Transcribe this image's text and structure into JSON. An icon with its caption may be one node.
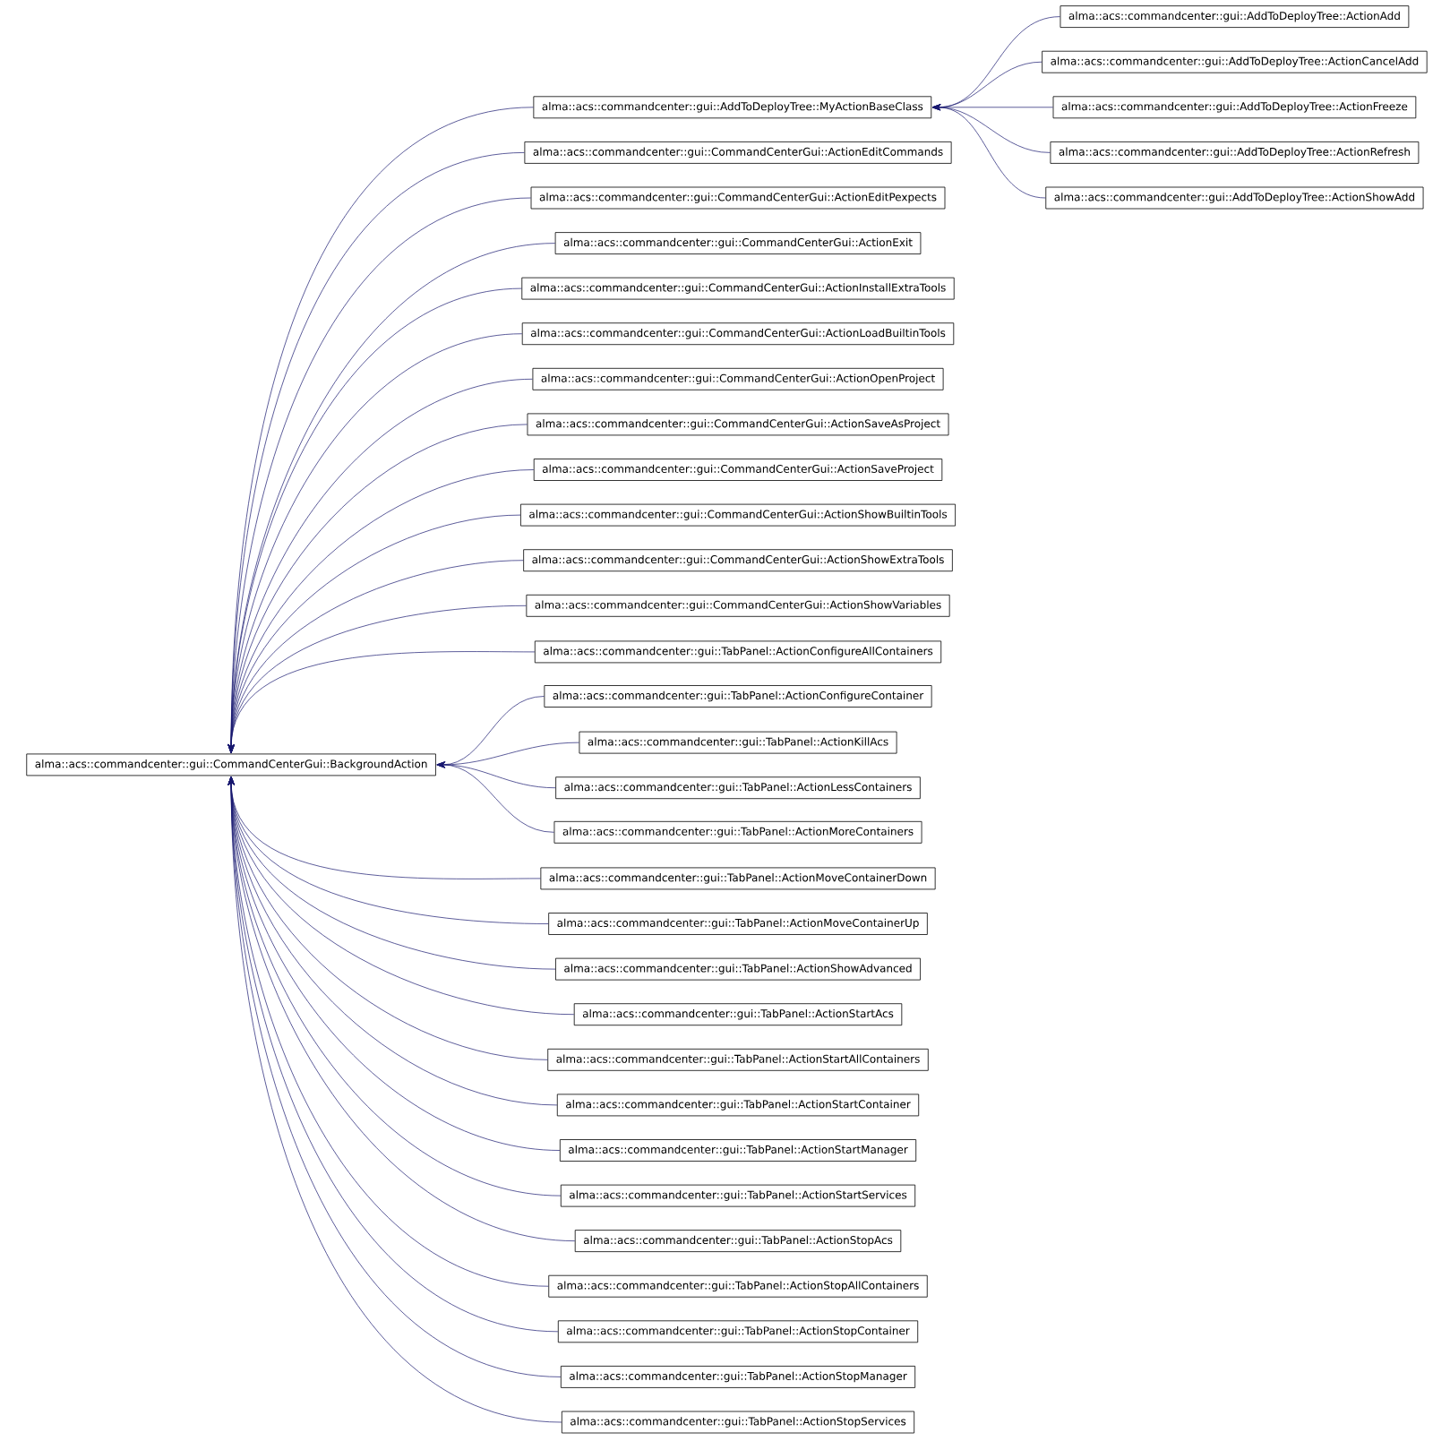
{
  "diagram": {
    "nodes": [
      {
        "text": [
          "alma::acs::commandcenter::gui::CommandCenterGui::BackgroundAction"
        ]
      },
      {
        "text": [
          "alma::acs::commandcenter::gui::AddToDeployTree::MyActionBaseClass"
        ]
      },
      {
        "text": [
          "alma::acs::commandcenter::gui::AddToDeployTree::ActionAdd"
        ]
      },
      {
        "text": [
          "alma::acs::commandcenter::gui::AddToDeployTree::ActionCancelAdd"
        ]
      },
      {
        "text": [
          "alma::acs::commandcenter::gui::AddToDeployTree::ActionFreeze"
        ]
      },
      {
        "text": [
          "alma::acs::commandcenter::gui::AddToDeployTree::ActionRefresh"
        ]
      },
      {
        "text": [
          "alma::acs::commandcenter::gui::AddToDeployTree::ActionShowAdd"
        ]
      },
      {
        "text": [
          "alma::acs::commandcenter::gui::CommandCenterGui::ActionEditCommands"
        ]
      },
      {
        "text": [
          "alma::acs::commandcenter::gui::CommandCenterGui::ActionEditPexpects"
        ]
      },
      {
        "text": [
          "alma::acs::commandcenter::gui::CommandCenterGui::ActionExit"
        ]
      },
      {
        "text": [
          "alma::acs::commandcenter::gui::CommandCenterGui::ActionInstallExtraTools"
        ]
      },
      {
        "text": [
          "alma::acs::commandcenter::gui::CommandCenterGui::ActionLoadBuiltinTools"
        ]
      },
      {
        "text": [
          "alma::acs::commandcenter::gui::CommandCenterGui::ActionOpenProject"
        ]
      },
      {
        "text": [
          "alma::acs::commandcenter::gui::CommandCenterGui::ActionSaveAsProject"
        ]
      },
      {
        "text": [
          "alma::acs::commandcenter::gui::CommandCenterGui::ActionSaveProject"
        ]
      },
      {
        "text": [
          "alma::acs::commandcenter::gui::CommandCenterGui::ActionShowBuiltinTools"
        ]
      },
      {
        "text": [
          "alma::acs::commandcenter::gui::CommandCenterGui::ActionShowExtraTools"
        ]
      },
      {
        "text": [
          "alma::acs::commandcenter::gui::CommandCenterGui::ActionShowVariables"
        ]
      },
      {
        "text": [
          "alma::acs::commandcenter::gui::TabPanel::ActionConfigureAllContainers"
        ]
      },
      {
        "text": [
          "alma::acs::commandcenter::gui::TabPanel::ActionConfigureContainer"
        ]
      },
      {
        "text": [
          "alma::acs::commandcenter::gui::TabPanel::ActionKillAcs"
        ]
      },
      {
        "text": [
          "alma::acs::commandcenter::gui::TabPanel::ActionLessContainers"
        ]
      },
      {
        "text": [
          "alma::acs::commandcenter::gui::TabPanel::ActionMoreContainers"
        ]
      },
      {
        "text": [
          "alma::acs::commandcenter::gui::TabPanel::ActionMoveContainerDown"
        ]
      },
      {
        "text": [
          "alma::acs::commandcenter::gui::TabPanel::ActionMoveContainerUp"
        ]
      },
      {
        "text": [
          "alma::acs::commandcenter::gui::TabPanel::ActionShowAdvanced"
        ]
      },
      {
        "text": [
          "alma::acs::commandcenter::gui::TabPanel::ActionStartAcs"
        ]
      },
      {
        "text": [
          "alma::acs::commandcenter::gui::TabPanel::ActionStartAllContainers"
        ]
      },
      {
        "text": [
          "alma::acs::commandcenter::gui::TabPanel::ActionStartContainer"
        ]
      },
      {
        "text": [
          "alma::acs::commandcenter::gui::TabPanel::ActionStartManager"
        ]
      },
      {
        "text": [
          "alma::acs::commandcenter::gui::TabPanel::ActionStartServices"
        ]
      },
      {
        "text": [
          "alma::acs::commandcenter::gui::TabPanel::ActionStopAcs"
        ]
      },
      {
        "text": [
          "alma::acs::commandcenter::gui::TabPanel::ActionStopAllContainers"
        ]
      },
      {
        "text": [
          "alma::acs::commandcenter::gui::TabPanel::ActionStopContainer"
        ]
      },
      {
        "text": [
          "alma::acs::commandcenter::gui::TabPanel::ActionStopManager"
        ]
      },
      {
        "text": [
          "alma::acs::commandcenter::gui::TabPanel::ActionStopServices"
        ]
      }
    ],
    "edges": [
      {
        "from": 1,
        "to": 0,
        "arrow": "to"
      },
      {
        "from": 2,
        "to": 1,
        "arrow": "to"
      },
      {
        "from": 3,
        "to": 1,
        "arrow": "to"
      },
      {
        "from": 4,
        "to": 1,
        "arrow": "to"
      },
      {
        "from": 5,
        "to": 1,
        "arrow": "to"
      },
      {
        "from": 6,
        "to": 1,
        "arrow": "to"
      },
      {
        "from": 7,
        "to": 0,
        "arrow": "to"
      },
      {
        "from": 8,
        "to": 0,
        "arrow": "to"
      },
      {
        "from": 9,
        "to": 0,
        "arrow": "to"
      },
      {
        "from": 10,
        "to": 0,
        "arrow": "to"
      },
      {
        "from": 11,
        "to": 0,
        "arrow": "to"
      },
      {
        "from": 12,
        "to": 0,
        "arrow": "to"
      },
      {
        "from": 13,
        "to": 0,
        "arrow": "to"
      },
      {
        "from": 14,
        "to": 0,
        "arrow": "to"
      },
      {
        "from": 15,
        "to": 0,
        "arrow": "to"
      },
      {
        "from": 16,
        "to": 0,
        "arrow": "to"
      },
      {
        "from": 17,
        "to": 0,
        "arrow": "to"
      },
      {
        "from": 18,
        "to": 0,
        "arrow": "to"
      },
      {
        "from": 19,
        "to": 0,
        "arrow": "to"
      },
      {
        "from": 20,
        "to": 0,
        "arrow": "to"
      },
      {
        "from": 21,
        "to": 0,
        "arrow": "to"
      },
      {
        "from": 22,
        "to": 0,
        "arrow": "to"
      },
      {
        "from": 23,
        "to": 0,
        "arrow": "to"
      },
      {
        "from": 24,
        "to": 0,
        "arrow": "to"
      },
      {
        "from": 25,
        "to": 0,
        "arrow": "to"
      },
      {
        "from": 26,
        "to": 0,
        "arrow": "to"
      },
      {
        "from": 27,
        "to": 0,
        "arrow": "to"
      },
      {
        "from": 28,
        "to": 0,
        "arrow": "to"
      },
      {
        "from": 29,
        "to": 0,
        "arrow": "to"
      },
      {
        "from": 30,
        "to": 0,
        "arrow": "to"
      },
      {
        "from": 31,
        "to": 0,
        "arrow": "to"
      },
      {
        "from": 32,
        "to": 0,
        "arrow": "to"
      },
      {
        "from": 33,
        "to": 0,
        "arrow": "to"
      },
      {
        "from": 34,
        "to": 0,
        "arrow": "to"
      },
      {
        "from": 35,
        "to": 0,
        "arrow": "to"
      }
    ]
  }
}
